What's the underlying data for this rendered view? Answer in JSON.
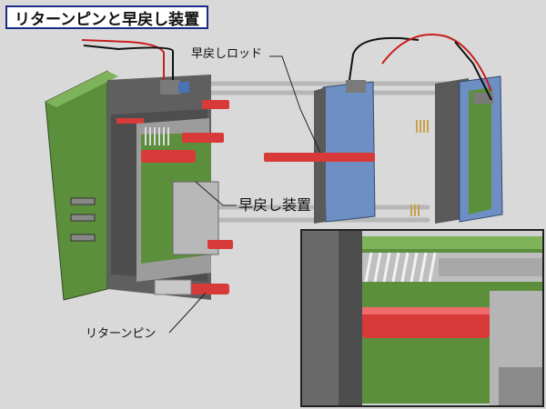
{
  "title": "リターンピンと早戻し装置",
  "labels": {
    "rapid_return_rod": "早戻しロッド",
    "rapid_return_device": "早戻し装置",
    "return_pin": "リターンピン"
  },
  "colors": {
    "title_border": "#1a2a8a",
    "plate_green": "#5b8f3c",
    "plate_blue": "#6d8fc4",
    "pin_red": "#d83a3a",
    "plate_gray": "#6a6a6a",
    "spring": "#c9a04a"
  }
}
